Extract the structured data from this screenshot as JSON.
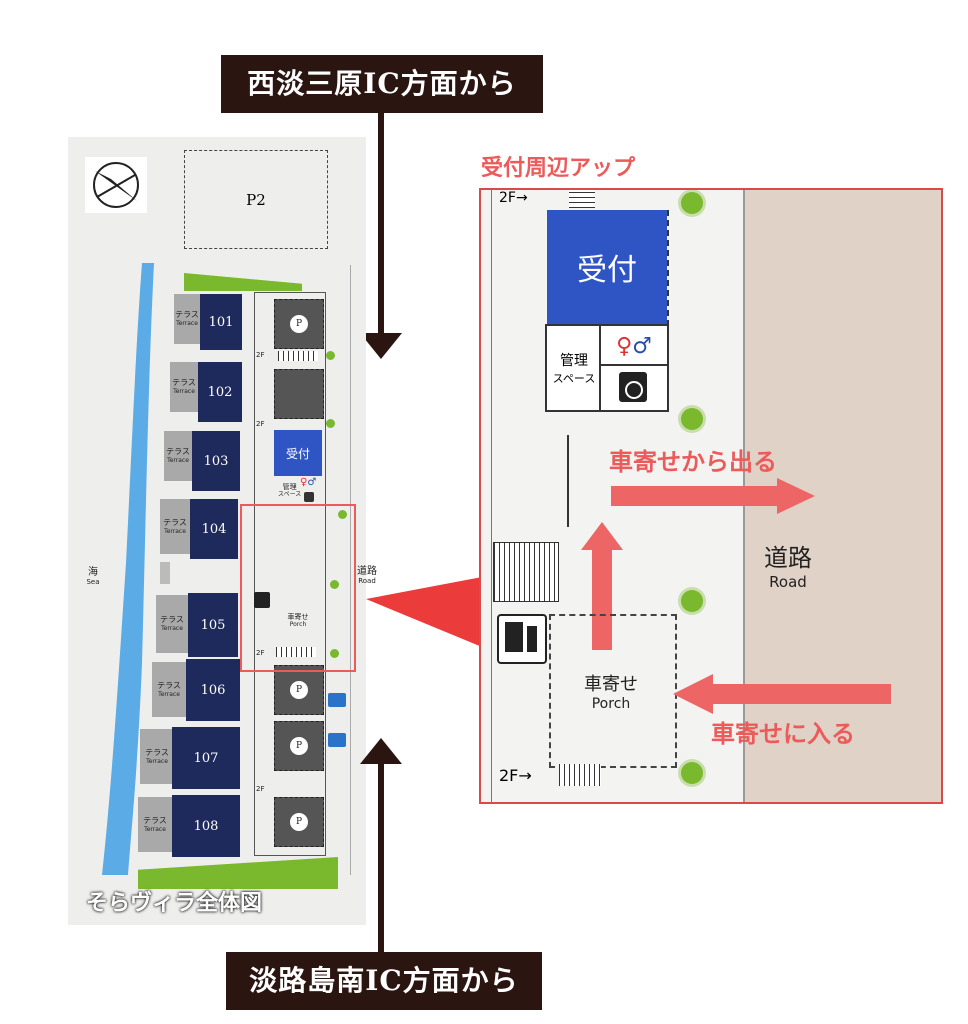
{
  "banners": {
    "top": "西淡三原IC方面から",
    "bottom": "淡路島南IC方面から"
  },
  "map": {
    "caption": "そらヴィラ全体図",
    "parking_top": "P2",
    "sea_ja": "海",
    "sea_en": "Sea",
    "road_ja": "道路",
    "road_en": "Road",
    "terrace_ja": "テラス",
    "terrace_en": "Terrace",
    "units": [
      "101",
      "102",
      "103",
      "104",
      "105",
      "106",
      "107",
      "108"
    ],
    "parking_marker": "P",
    "second_floor": "2F",
    "reception": "受付",
    "management_1": "管理",
    "management_2": "スペース",
    "porch_ja": "車寄せ",
    "porch_en": "Porch"
  },
  "zoom": {
    "title": "受付周辺アップ",
    "second_floor": "2F→",
    "reception": "受付",
    "management_1": "管理",
    "management_2": "スペース",
    "exit_label": "車寄せから出る",
    "enter_label": "車寄せに入る",
    "road_ja": "道路",
    "road_en": "Road",
    "porch_ja": "車寄せ",
    "porch_en": "Porch"
  },
  "colors": {
    "banner": "#2b1511",
    "unit": "#1f2a5c",
    "reception": "#2f55c4",
    "accent_red": "#ec5a5a",
    "road": "#e0d2c6",
    "green": "#7ab82e",
    "sea": "#4aa3e6"
  },
  "icons": [
    "compass-icon",
    "restroom-icon",
    "washing-machine-icon",
    "vending-machine-icon",
    "ev-charger-icon"
  ]
}
